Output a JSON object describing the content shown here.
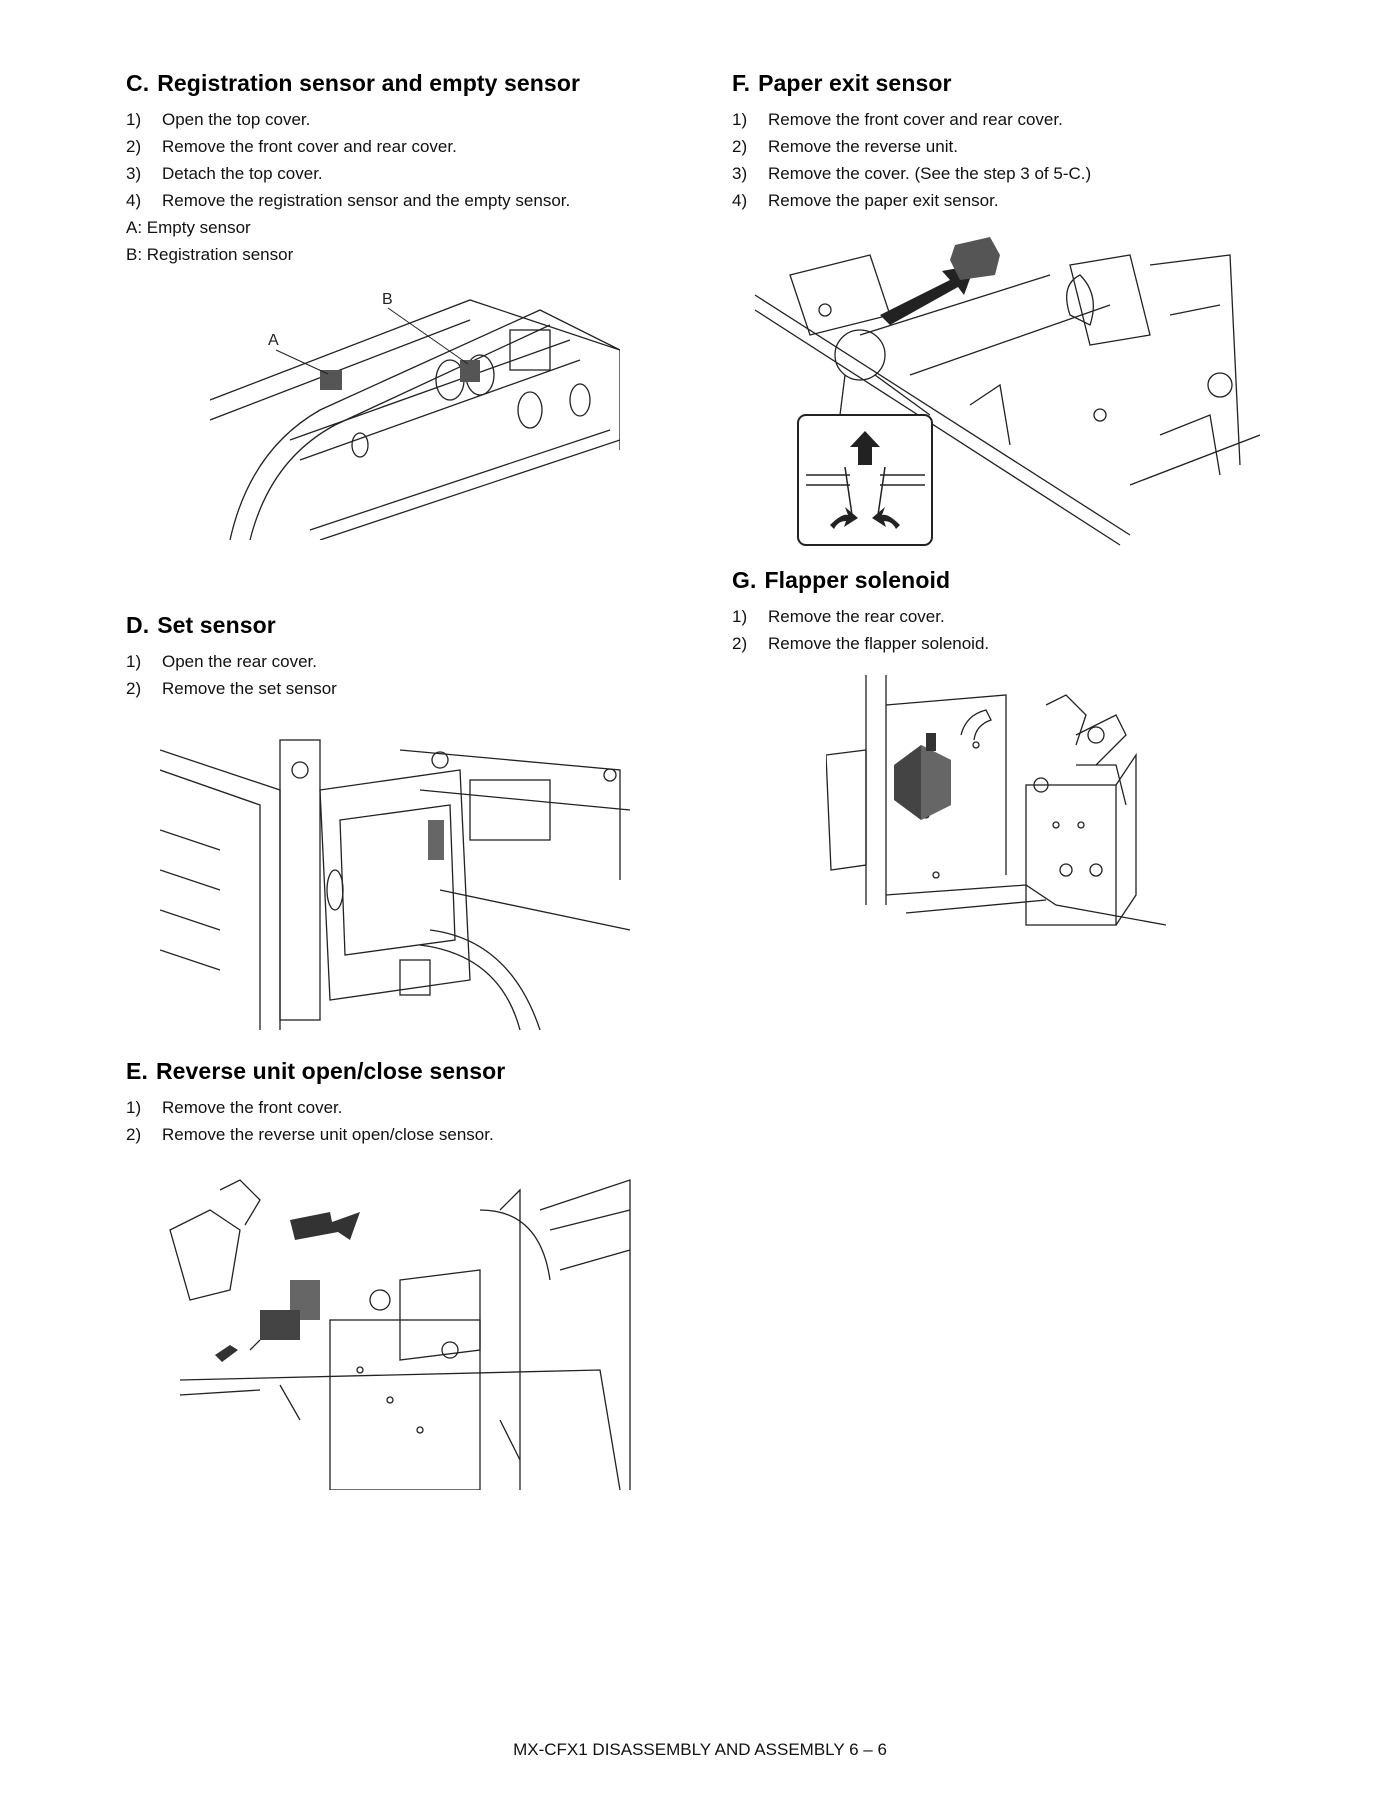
{
  "sections": {
    "C": {
      "letter": "C.",
      "title": "Registration sensor and empty sensor",
      "steps": [
        {
          "num": "1)",
          "text": "Open the top cover."
        },
        {
          "num": "2)",
          "text": "Remove the front cover and rear cover."
        },
        {
          "num": "3)",
          "text": "Detach the top cover."
        },
        {
          "num": "4)",
          "text": "Remove the registration sensor and the empty sensor."
        }
      ],
      "notes": [
        "A: Empty sensor",
        "B: Registration sensor"
      ],
      "callouts": {
        "a": "A",
        "b": "B"
      }
    },
    "D": {
      "letter": "D.",
      "title": "Set sensor",
      "steps": [
        {
          "num": "1)",
          "text": "Open the rear cover."
        },
        {
          "num": "2)",
          "text": "Remove the set sensor"
        }
      ]
    },
    "E": {
      "letter": "E.",
      "title": "Reverse unit open/close sensor",
      "steps": [
        {
          "num": "1)",
          "text": "Remove the front cover."
        },
        {
          "num": "2)",
          "text": "Remove the reverse unit open/close sensor."
        }
      ]
    },
    "F": {
      "letter": "F.",
      "title": "Paper exit sensor",
      "steps": [
        {
          "num": "1)",
          "text": "Remove the front cover and rear cover."
        },
        {
          "num": "2)",
          "text": "Remove the reverse unit."
        },
        {
          "num": "3)",
          "text": "Remove the cover. (See the step 3 of 5-C.)"
        },
        {
          "num": "4)",
          "text": "Remove the paper exit sensor."
        }
      ]
    },
    "G": {
      "letter": "G.",
      "title": "Flapper solenoid",
      "steps": [
        {
          "num": "1)",
          "text": "Remove the rear cover."
        },
        {
          "num": "2)",
          "text": "Remove the flapper solenoid."
        }
      ]
    }
  },
  "footer": "MX-CFX1  DISASSEMBLY AND ASSEMBLY  6 – 6"
}
